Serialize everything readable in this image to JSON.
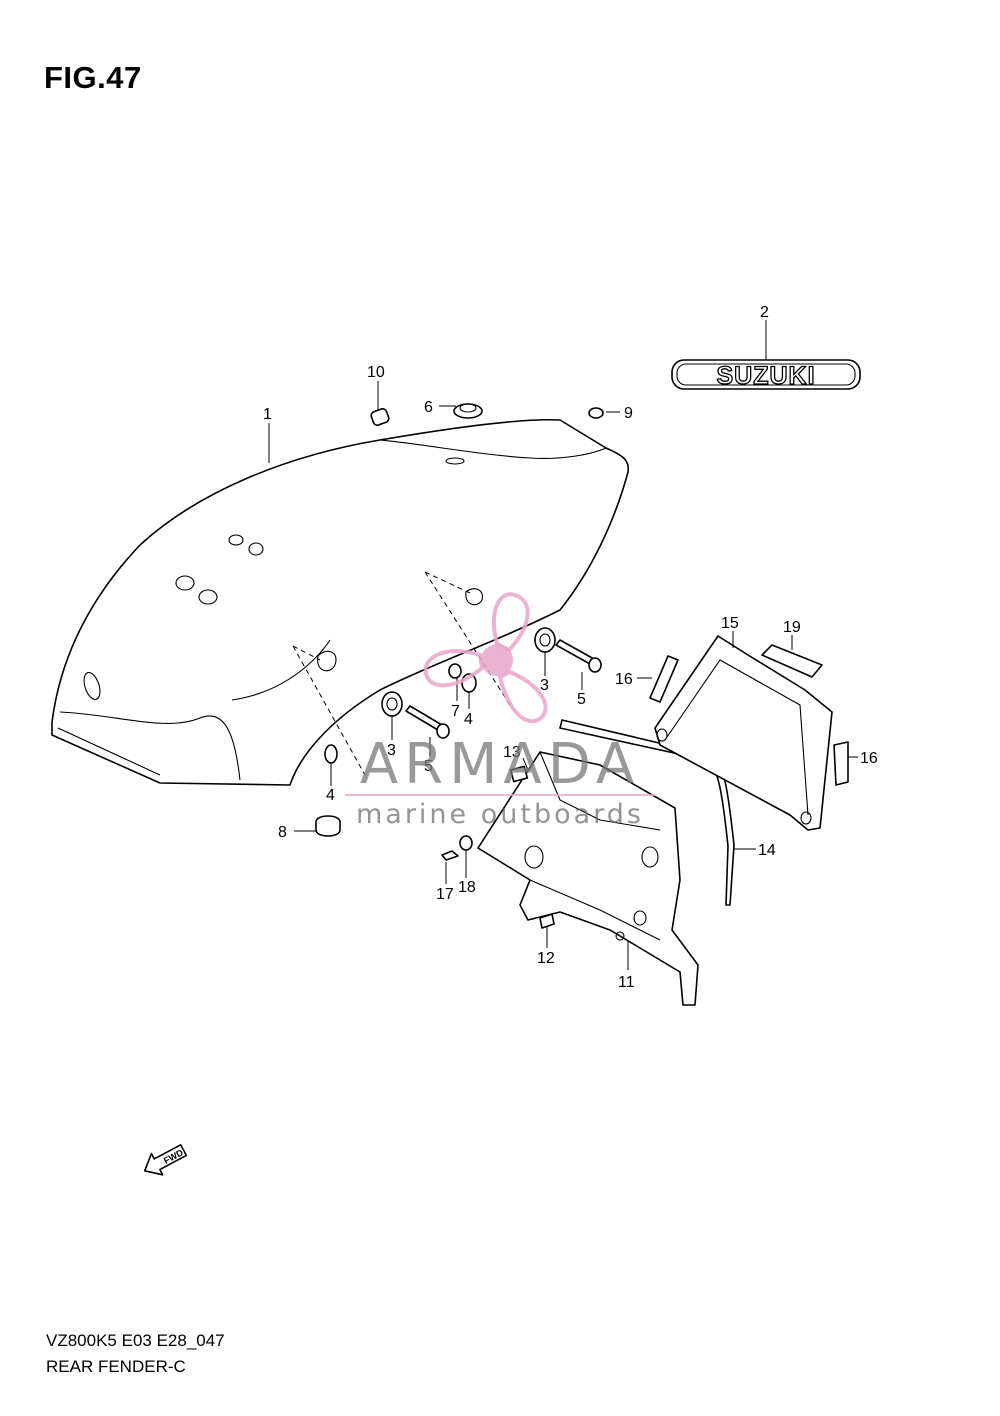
{
  "figure": {
    "title": "FIG.47",
    "model_code": "VZ800K5 E03 E28_047",
    "section_name": "REAR FENDER-C"
  },
  "badge": {
    "text": "SUZUKI"
  },
  "fwd_arrow": {
    "text": "FWD"
  },
  "watermark": {
    "brand": "ARMADA",
    "tagline": "marine outboards",
    "accent_color": "#e7a6c9"
  },
  "callouts": [
    "1",
    "2",
    "10",
    "6",
    "9",
    "15",
    "19",
    "16",
    "3",
    "5",
    "7",
    "4",
    "3",
    "5",
    "16",
    "13",
    "4",
    "8",
    "14",
    "17",
    "18",
    "12",
    "11"
  ]
}
